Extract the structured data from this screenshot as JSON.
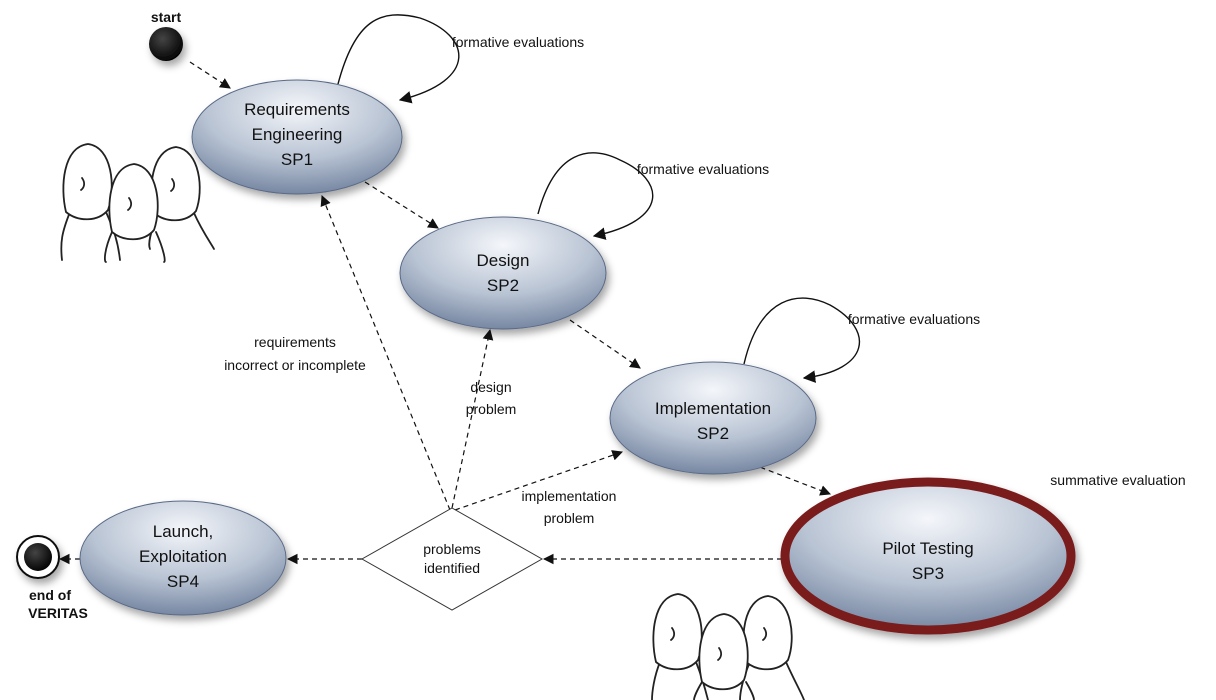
{
  "nodes": {
    "start": {
      "label": "start"
    },
    "requirements": {
      "lines": [
        "Requirements",
        "Engineering",
        "SP1"
      ]
    },
    "design": {
      "lines": [
        "Design",
        "SP2"
      ]
    },
    "implementation": {
      "lines": [
        "Implementation",
        "SP2"
      ]
    },
    "pilot": {
      "lines": [
        "Pilot Testing",
        "SP3"
      ]
    },
    "launch": {
      "lines": [
        "Launch,",
        "Exploitation",
        "SP4"
      ]
    },
    "decision": {
      "lines": [
        "problems",
        "identified"
      ]
    },
    "end": {
      "lines": [
        "end of",
        "VERITAS"
      ]
    }
  },
  "edge_labels": {
    "formative_1": "formative evaluations",
    "formative_2": "formative evaluations",
    "formative_3": "formative evaluations",
    "summative": "summative evaluation",
    "requirements_problem": [
      "requirements",
      "incorrect or incomplete"
    ],
    "design_problem": [
      "design",
      "problem"
    ],
    "implementation_problem": [
      "implementation",
      "problem"
    ]
  },
  "colors": {
    "node_fill_top": "#f2f4f8",
    "node_fill_bottom": "#7d8da8",
    "pilot_border": "#7a1a1a",
    "line": "#111111"
  }
}
